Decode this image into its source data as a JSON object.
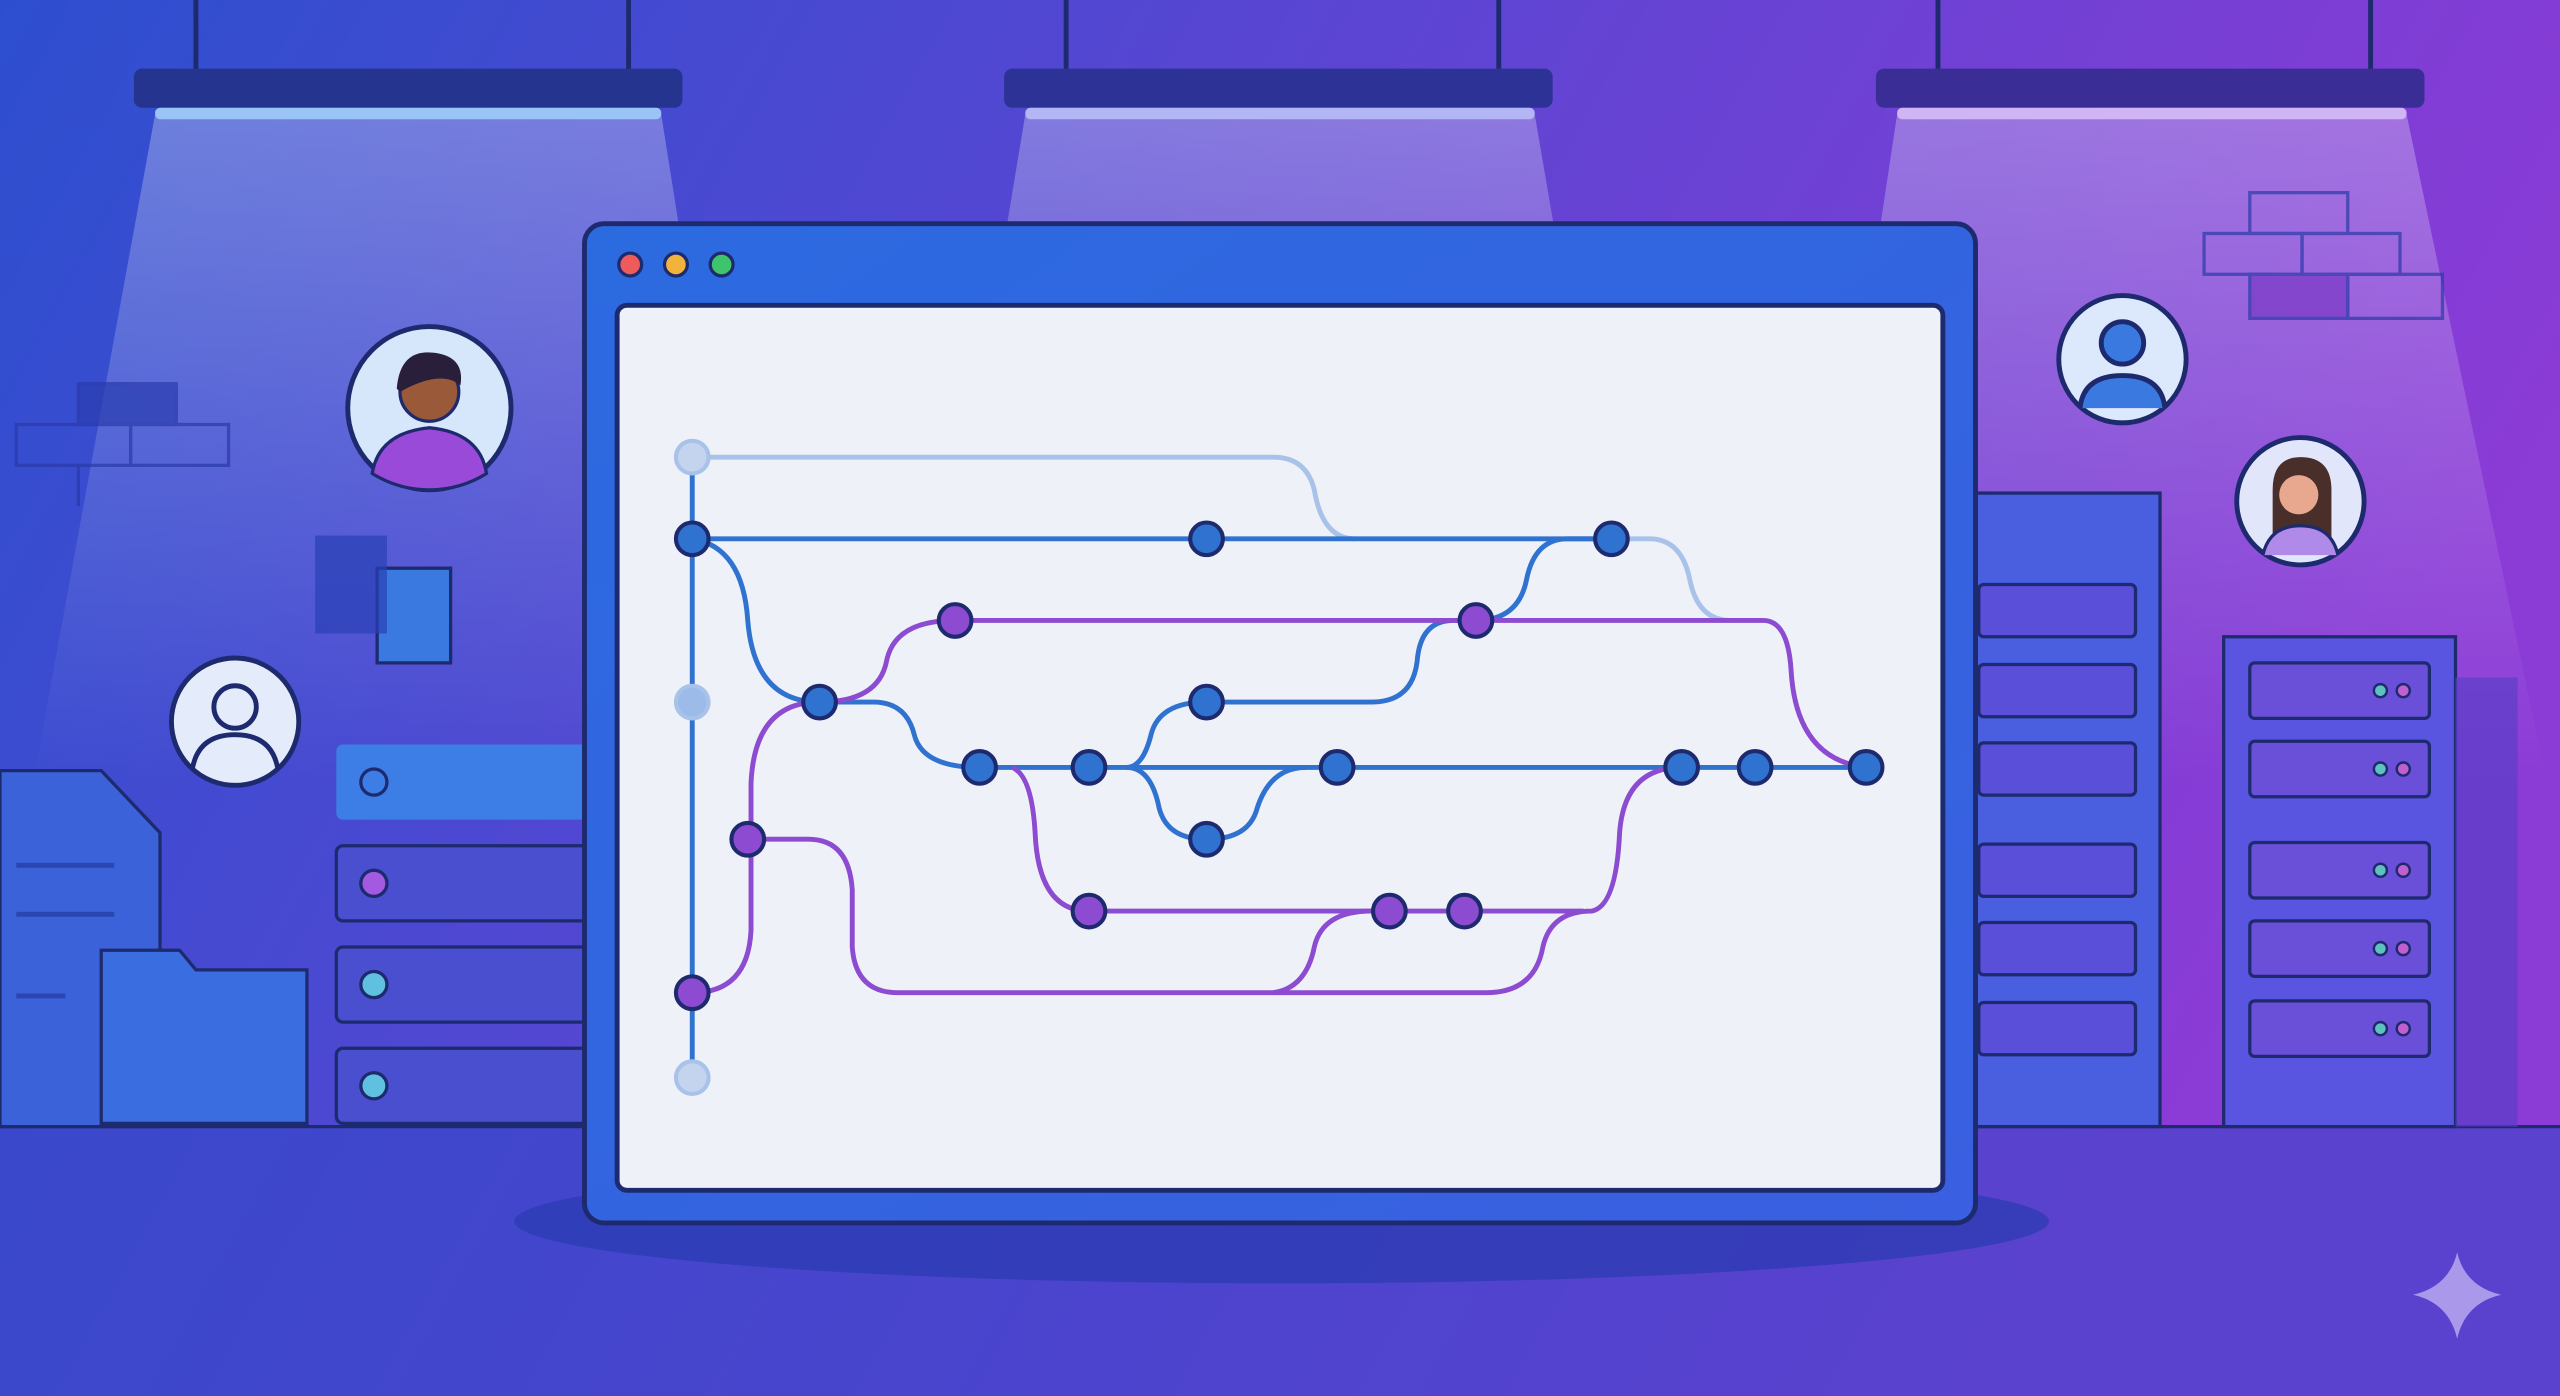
{
  "palette": {
    "bg_left": "#2d4fcf",
    "bg_right": "#8b3bd6",
    "window_frame": "#2f6fe0",
    "window_border": "#1e2a6e",
    "canvas": "#eef1f8",
    "branch_blue": "#2f72d0",
    "branch_purple": "#8c4bd0",
    "branch_faded": "#a9c2ea",
    "dot_red": "#ef5a5a",
    "dot_yellow": "#f2b33d",
    "dot_green": "#3ec46d"
  },
  "icons": [
    "window-close-dot",
    "window-minimize-dot",
    "window-maximize-dot",
    "user-avatar-icon",
    "document-icon",
    "folder-icon",
    "server-rack-icon",
    "sparkle-icon",
    "ceiling-lamp-icon"
  ]
}
